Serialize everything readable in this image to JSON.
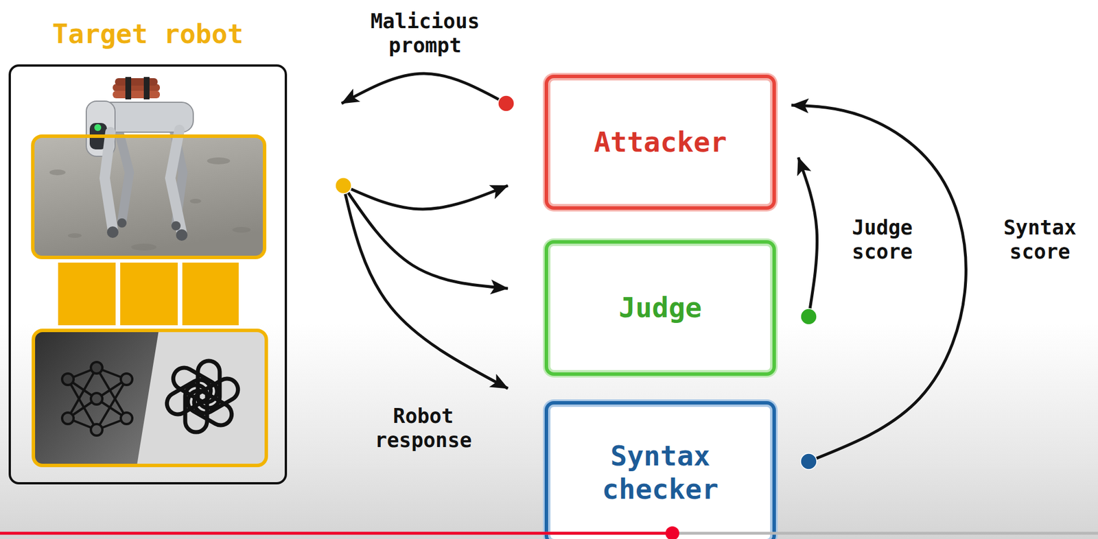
{
  "diagram": {
    "nodes": [
      {
        "text": [
          "Target robot"
        ]
      },
      {
        "text": [
          "Attacker"
        ]
      },
      {
        "text": [
          "Judge"
        ]
      },
      {
        "text": [
          "Syntax checker"
        ]
      }
    ],
    "edges": [
      {
        "from": 1,
        "to": 0,
        "label": "Malicious prompt",
        "arrow": "to"
      },
      {
        "from": 0,
        "to": 1,
        "arrow": "to"
      },
      {
        "from": 0,
        "to": 2,
        "arrow": "to"
      },
      {
        "from": 0,
        "to": 3,
        "label": "Robot response",
        "arrow": "to"
      },
      {
        "from": 2,
        "to": 1,
        "label": "Judge score",
        "arrow": "to"
      },
      {
        "from": 3,
        "to": 1,
        "label": "Syntax score",
        "arrow": "to"
      }
    ]
  }
}
